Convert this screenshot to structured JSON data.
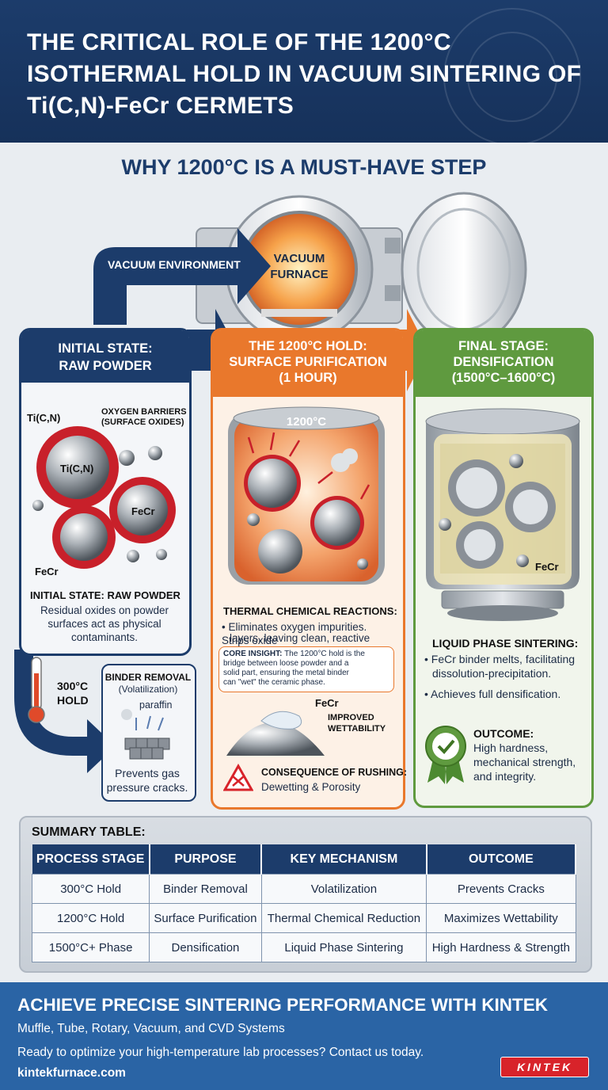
{
  "header": {
    "title": "THE CRITICAL ROLE OF THE 1200°C ISOTHERMAL HOLD IN VACUUM SINTERING OF Ti(C,N)-FeCr CERMETS"
  },
  "subtitle": "WHY 1200°C IS A MUST-HAVE STEP",
  "furnace": {
    "arrow_label": "VACUUM ENVIRONMENT",
    "label_line1": "VACUUM",
    "label_line2": "FURNACE"
  },
  "initial": {
    "title_line1": "INITIAL STATE:",
    "title_line2": "RAW POWDER",
    "label_ticn_top": "Ti(C,N)",
    "label_oxygen_line1": "OXYGEN BARRIERS",
    "label_oxygen_line2": "(SURFACE OXIDES)",
    "label_ticn": "Ti(C,N)",
    "label_fecr": "FeCr",
    "label_fecr_bottom": "FeCr",
    "caption_title": "INITIAL STATE: RAW POWDER",
    "caption_line1": "Residual oxides on powder",
    "caption_line2": "surfaces act as physical",
    "caption_line3": "contaminants."
  },
  "hold300": {
    "label_line1": "300°C",
    "label_line2": "HOLD",
    "title": "BINDER REMOVAL",
    "subtitle": "(Volatilization)",
    "paraffin": "paraffin",
    "caption_line1": "Prevents gas",
    "caption_line2": "pressure cracks."
  },
  "hold1200": {
    "title_line1": "THE 1200°C HOLD:",
    "title_line2": "SURFACE PURIFICATION",
    "title_line3": "(1 HOUR)",
    "vessel_label": "1200°C",
    "reactions_title": "THERMAL CHEMICAL REACTIONS:",
    "reactions_line1": "• Eliminates oxygen impurities. Strips oxide",
    "reactions_line2": "layers, leaving clean, reactive surfaces.",
    "insight_lead": "CORE INSIGHT:",
    "insight_line1": "The 1200°C hold is the",
    "insight_line2": "bridge between loose powder and a",
    "insight_line3": "solid part, ensuring the metal binder",
    "insight_line4": "can \"wet\" the ceramic phase.",
    "fecr": "FeCr",
    "wet_line1": "IMPROVED",
    "wet_line2": "WETTABILITY",
    "consequence_title": "CONSEQUENCE OF RUSHING:",
    "consequence_text": "Dewetting & Porosity"
  },
  "final": {
    "title_line1": "FINAL STAGE:",
    "title_line2": "DENSIFICATION",
    "title_line3": "(1500°C–1600°C)",
    "fecr": "FeCr",
    "lps_title": "LIQUID PHASE SINTERING:",
    "lps_line1": "• FeCr binder melts, facilitating",
    "lps_line2": "dissolution-precipitation.",
    "lps_line3": "• Achieves full densification.",
    "outcome_title": "OUTCOME:",
    "outcome_line1": "High hardness,",
    "outcome_line2": "mechanical strength,",
    "outcome_line3": "and integrity."
  },
  "summary": {
    "title": "SUMMARY TABLE:",
    "headers": [
      "PROCESS STAGE",
      "PURPOSE",
      "KEY MECHANISM",
      "OUTCOME"
    ],
    "rows": [
      [
        "300°C Hold",
        "Binder Removal",
        "Volatilization",
        "Prevents Cracks"
      ],
      [
        "1200°C Hold",
        "Surface Purification",
        "Thermal Chemical Reduction",
        "Maximizes Wettability"
      ],
      [
        "1500°C+ Phase",
        "Densification",
        "Liquid Phase Sintering",
        "High Hardness & Strength"
      ]
    ]
  },
  "footer": {
    "headline": "ACHIEVE PRECISE SINTERING PERFORMANCE WITH KINTEK",
    "systems": "Muffle, Tube, Rotary, Vacuum, and CVD Systems",
    "cta": "Ready to optimize your high-temperature lab processes? Contact us today.",
    "url": "kintekfurnace.com",
    "brand": "KINTEK"
  },
  "colors": {
    "navy": "#1c3c6b",
    "orange": "#e9782c",
    "green": "#5f9a3f",
    "footer_blue": "#2a64a5",
    "brand_red": "#d8232a"
  }
}
